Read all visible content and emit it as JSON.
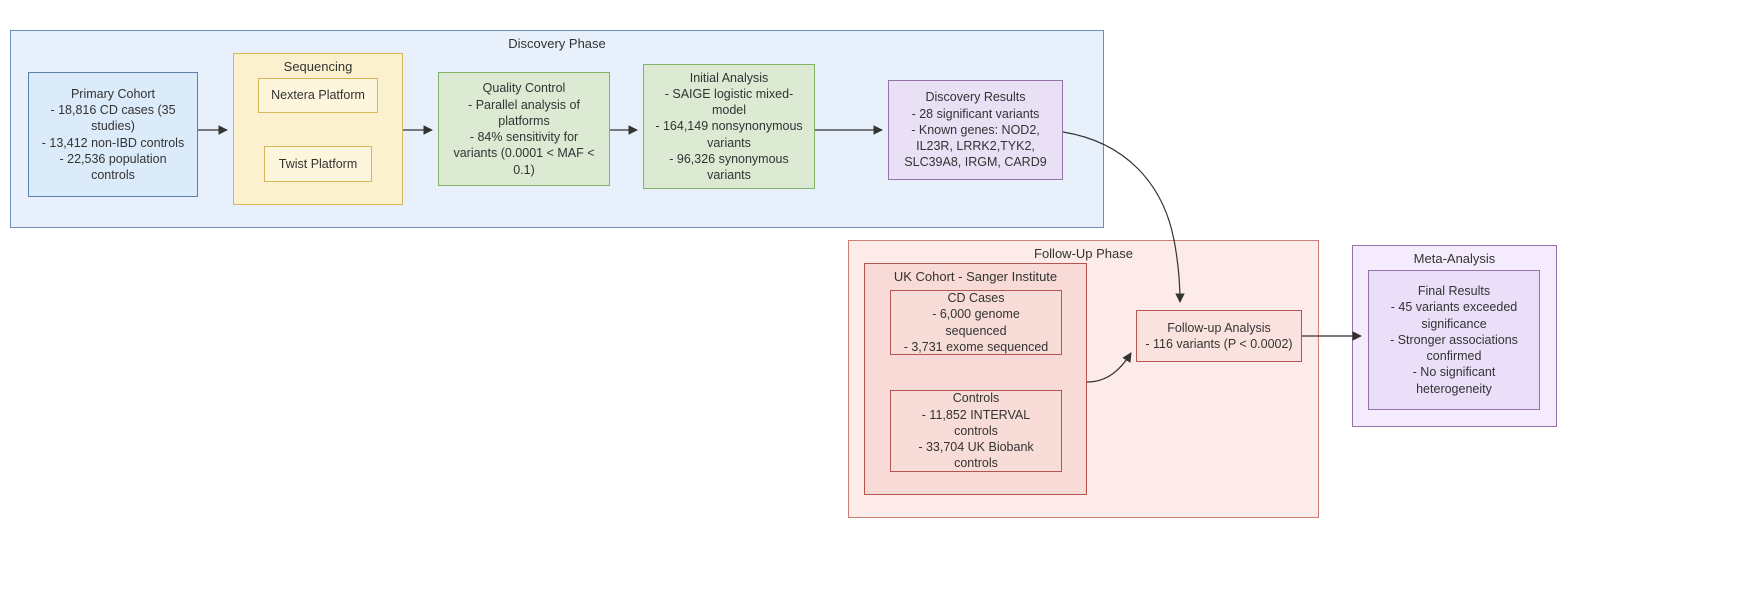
{
  "diagram": {
    "groups": {
      "discovery_phase": {
        "label": "Discovery Phase"
      },
      "sequencing": {
        "label": "Sequencing"
      },
      "follow_up_phase": {
        "label": "Follow-Up Phase"
      },
      "uk_cohort": {
        "label": "UK Cohort - Sanger Institute"
      },
      "meta_analysis": {
        "label": "Meta-Analysis"
      }
    },
    "nodes": {
      "primary_cohort": {
        "title": "Primary Cohort",
        "lines": [
          "- 18,816 CD cases (35 studies)",
          "- 13,412 non-IBD controls",
          "- 22,536 population controls"
        ]
      },
      "nextera_platform": {
        "title": "Nextera Platform"
      },
      "twist_platform": {
        "title": "Twist Platform"
      },
      "quality_control": {
        "title": "Quality Control",
        "lines": [
          "- Parallel analysis of platforms",
          "- 84% sensitivity for variants (0.0001 < MAF < 0.1)"
        ]
      },
      "initial_analysis": {
        "title": "Initial Analysis",
        "lines": [
          "- SAIGE logistic mixed-model",
          "- 164,149 nonsynonymous variants",
          "- 96,326 synonymous variants"
        ]
      },
      "discovery_results": {
        "title": "Discovery Results",
        "lines": [
          "- 28 significant variants",
          "- Known genes: NOD2, IL23R, LRRK2,TYK2, SLC39A8, IRGM, CARD9"
        ]
      },
      "cd_cases": {
        "title": "CD Cases",
        "lines": [
          "- 6,000 genome sequenced",
          "- 3,731 exome sequenced"
        ]
      },
      "controls": {
        "title": "Controls",
        "lines": [
          "- 11,852 INTERVAL controls",
          "- 33,704 UK Biobank controls"
        ]
      },
      "follow_up_analysis": {
        "title": "Follow-up Analysis",
        "lines": [
          "- 116 variants (P < 0.0002)"
        ]
      },
      "final_results": {
        "title": "Final Results",
        "lines": [
          "- 45 variants exceeded significance",
          "- Stronger associations confirmed",
          "- No significant heterogeneity"
        ]
      }
    },
    "edges": [
      {
        "from": "primary_cohort",
        "to": "sequencing"
      },
      {
        "from": "sequencing",
        "to": "quality_control"
      },
      {
        "from": "quality_control",
        "to": "initial_analysis"
      },
      {
        "from": "initial_analysis",
        "to": "discovery_results"
      },
      {
        "from": "discovery_results",
        "to": "follow_up_analysis"
      },
      {
        "from": "uk_cohort",
        "to": "follow_up_analysis"
      },
      {
        "from": "follow_up_analysis",
        "to": "final_results"
      }
    ],
    "colors": {
      "edge": "#333333",
      "discovery_group_bg": "#e8f0fb",
      "discovery_group_border": "#6c8ebf",
      "blue_node_bg": "#dcebfa",
      "sequencing_group_bg": "#fbf1cf",
      "yellow_node_bg": "#fdf6dc",
      "yellow_border": "#d6b656",
      "green_node_bg": "#dcead3",
      "green_border": "#82b366",
      "purple_node_bg": "#e9e0f6",
      "purple_border": "#9673a6",
      "followup_group_bg": "#fcebe8",
      "pink_group_bg": "#f8dad6",
      "pink_node_bg": "#f8dcd8",
      "red_border": "#b85450",
      "meta_group_bg": "#f4ecfc",
      "meta_node_bg": "#eadef8"
    }
  }
}
